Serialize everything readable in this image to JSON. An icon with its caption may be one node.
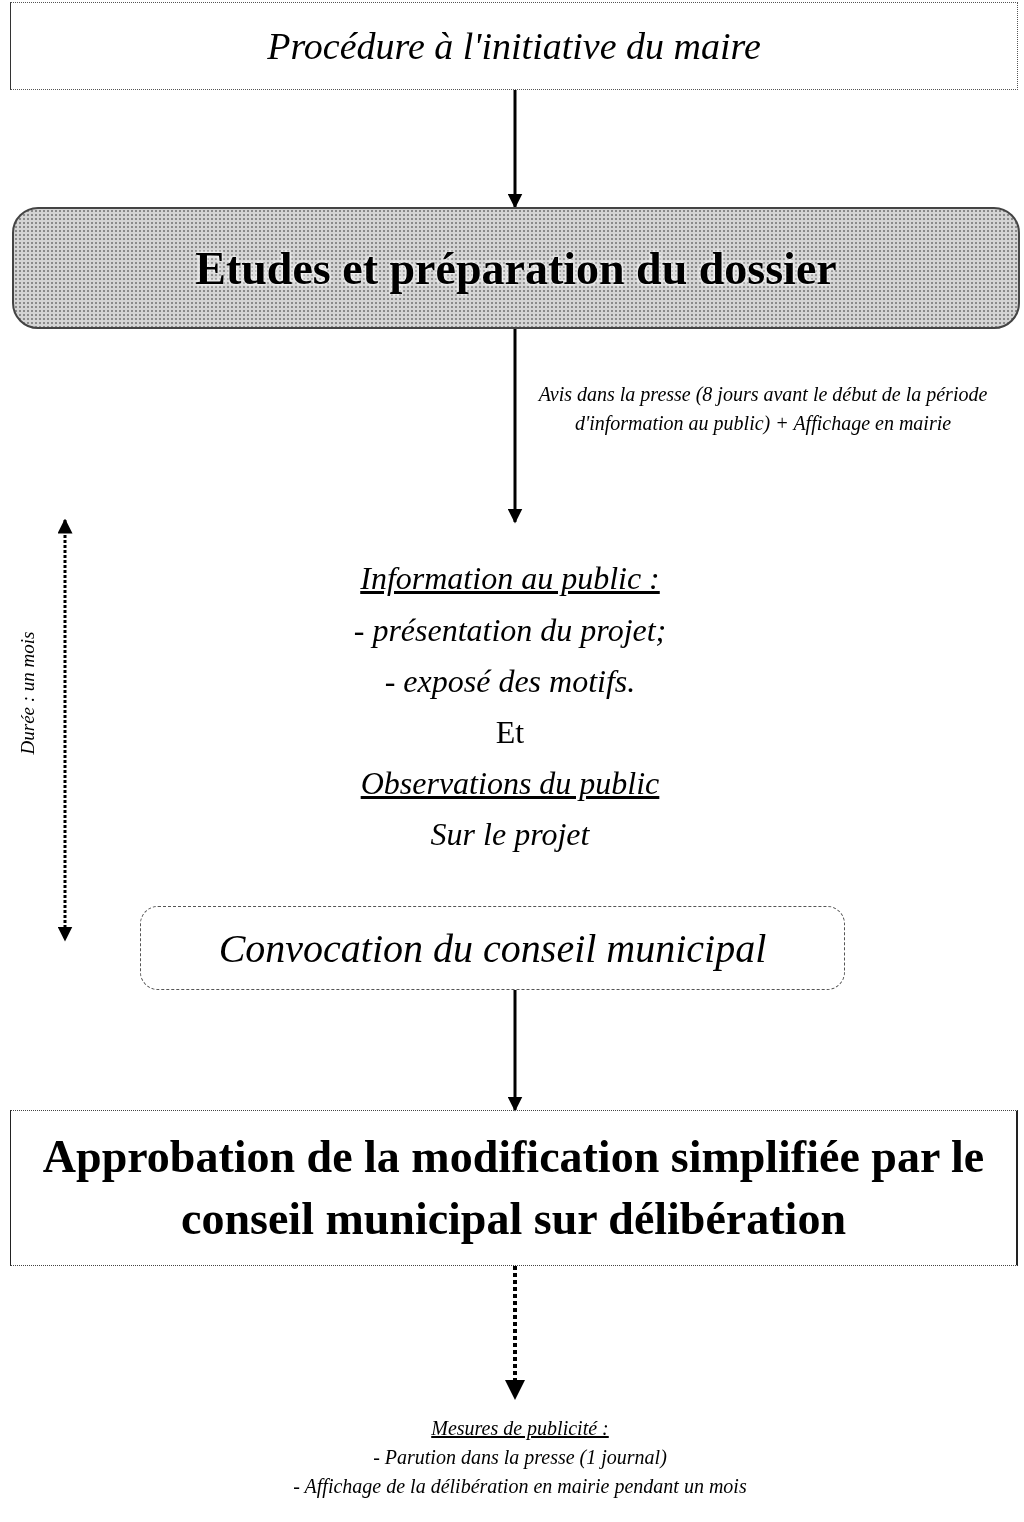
{
  "diagram": {
    "nodes": [
      {
        "text": [
          "Procédure à l'initiative du maire"
        ]
      },
      {
        "text": [
          "Etudes et préparation du dossier"
        ]
      },
      {
        "text": [
          "Information au public :",
          "- présentation du projet;",
          "- exposé des motifs.",
          "Et",
          "Observations du public",
          "Sur le projet"
        ]
      },
      {
        "text": [
          "Convocation du conseil municipal"
        ]
      },
      {
        "text": [
          "Approbation de la modification simplifiée par le conseil municipal sur délibération"
        ]
      },
      {
        "text": [
          "Mesures de publicité :",
          "- Parution dans la presse (1 journal)",
          "- Affichage de la délibération en mairie pendant un mois"
        ]
      }
    ],
    "edges": [
      {
        "from": 0,
        "to": 1,
        "arrow": "to"
      },
      {
        "from": 1,
        "to": 2,
        "arrow": "to",
        "label": "Avis dans la presse (8 jours avant le début de la période d'information au public) + Affichage en mairie"
      },
      {
        "from": 3,
        "to": 4,
        "arrow": "to"
      },
      {
        "from": 4,
        "to": 5,
        "arrow": "to",
        "style": "dashed"
      }
    ],
    "labels": [
      "Durée : un mois"
    ]
  }
}
